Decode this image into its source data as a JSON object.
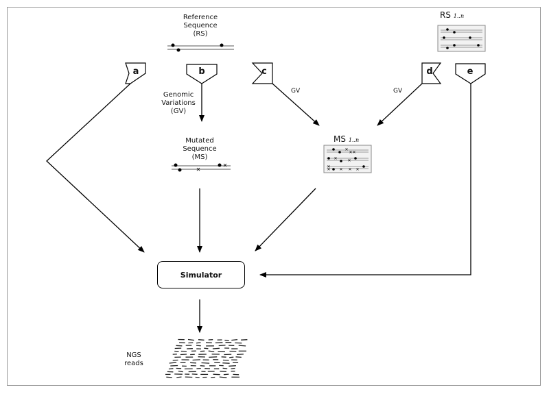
{
  "labels": {
    "reference": "Reference\nSequence\n(RS)",
    "genomic": "Genomic\nVariations\n(GV)",
    "mutated": "Mutated\nSequence\n(MS)",
    "ngs": "NGS\nreads",
    "simulator": "Simulator",
    "gv_c": "GV",
    "gv_d": "GV",
    "rs_multi": "RS",
    "ms_multi": "MS",
    "subscript": "1..n"
  },
  "inputs": [
    "a",
    "b",
    "c",
    "d",
    "e"
  ],
  "colors": {
    "line": "#000000",
    "sequence": "#aaaaaa",
    "frame": "#999999",
    "panel": "#f2f2f2"
  }
}
